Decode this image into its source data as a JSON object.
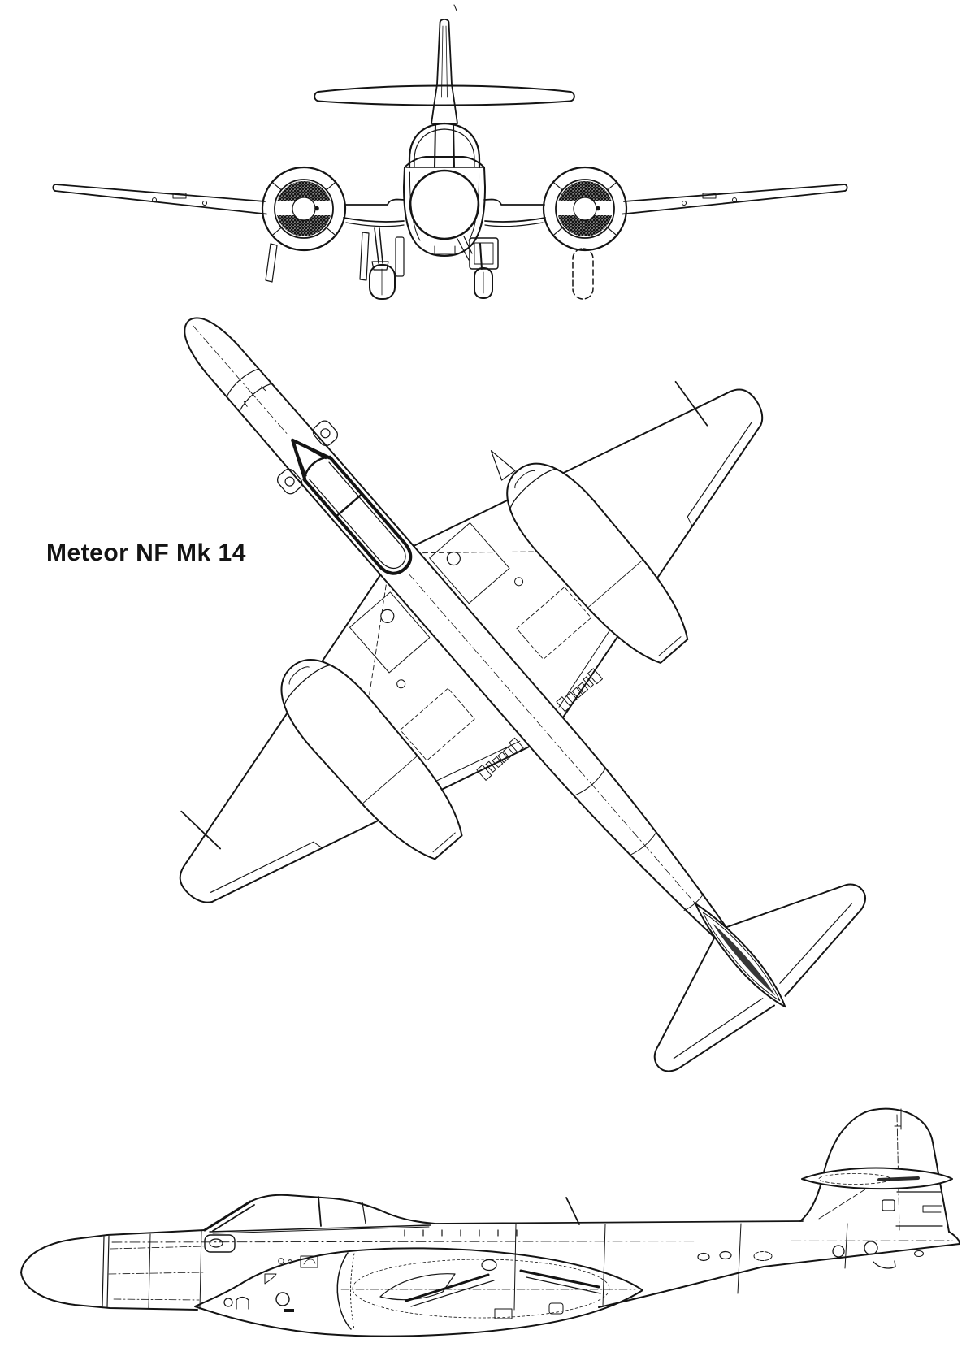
{
  "title": {
    "label": "Meteor NF Mk 14"
  },
  "colors": {
    "background": "#ffffff",
    "ink": "#141414"
  },
  "drawing": {
    "views": [
      {
        "id": "front-view"
      },
      {
        "id": "plan-view"
      },
      {
        "id": "side-view"
      }
    ]
  }
}
